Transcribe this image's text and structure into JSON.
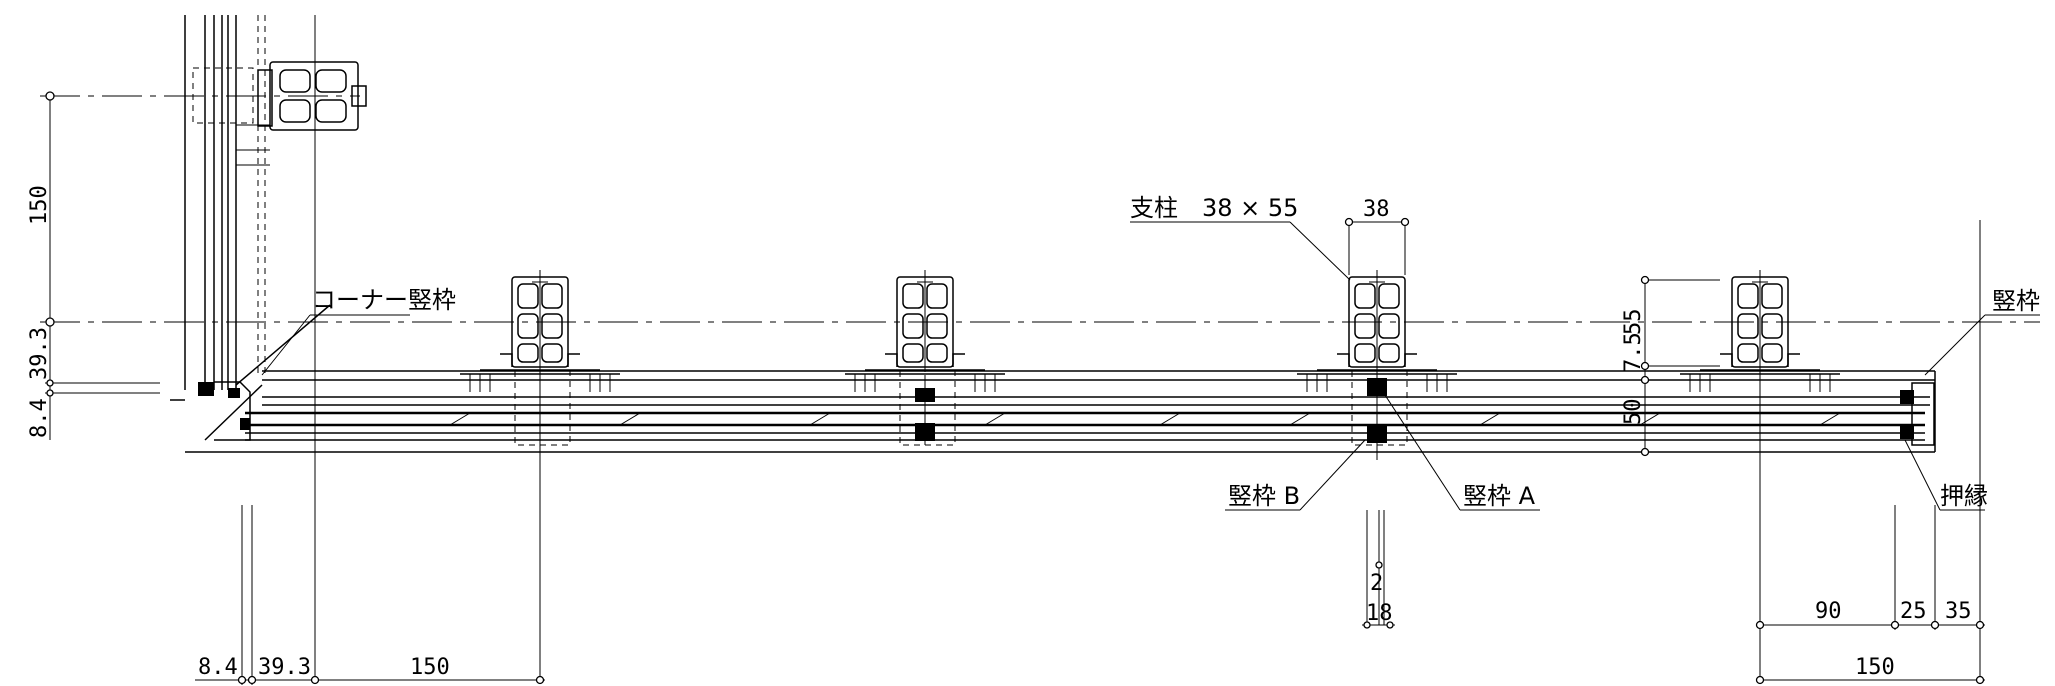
{
  "labels": {
    "corner_frame": "コーナー竪枠",
    "post": "支柱　38 × 55",
    "frame_b": "竪枠 B",
    "frame_a": "竪枠 A",
    "side_frame": "竪枠",
    "stop_bead": "押縁"
  },
  "dims": {
    "left_150": "150",
    "left_39_3": "39.3",
    "left_8_4": "8.4",
    "bottom_8_4": "8.4",
    "bottom_39_3": "39.3",
    "bottom_150": "150",
    "post_38": "38",
    "joint_2": "2",
    "joint_18": "18",
    "right_55": "55",
    "right_7_5": "7.5",
    "right_50": "50",
    "right_90": "90",
    "right_25": "25",
    "right_35": "35",
    "right_150": "150"
  }
}
